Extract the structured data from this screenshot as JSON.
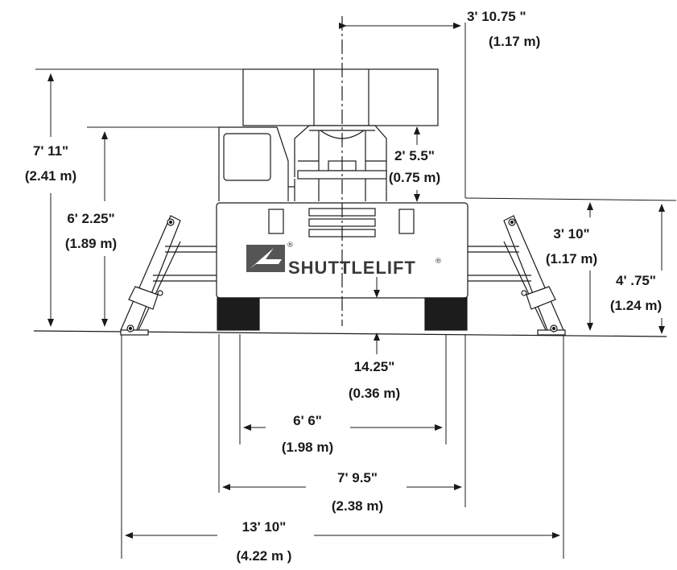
{
  "brand": {
    "name": "SHUTTLELIFT",
    "registered_mark": "®"
  },
  "dimensions": {
    "top_offset": {
      "imperial": "3' 10.75 \"",
      "metric": "(1.17 m)"
    },
    "overall_height": {
      "imperial": "7' 11\"",
      "metric": "(2.41 m)"
    },
    "cab_height": {
      "imperial": "6' 2.25\"",
      "metric": "(1.89 m)"
    },
    "counterweight_height": {
      "imperial": "2' 5.5\"",
      "metric": "(0.75 m)"
    },
    "right_height_a": {
      "imperial": "3' 10\"",
      "metric": "(1.17 m)"
    },
    "right_height_b": {
      "imperial": "4' .75\"",
      "metric": "(1.24 m)"
    },
    "ground_clearance": {
      "imperial": "14.25\"",
      "metric": "(0.36 m)"
    },
    "inner_track": {
      "imperial": "6' 6\"",
      "metric": "(1.98 m)"
    },
    "outer_track": {
      "imperial": "7' 9.5\"",
      "metric": "(2.38 m)"
    },
    "overall_width": {
      "imperial": "13' 10\"",
      "metric": "(4.22 m )"
    }
  },
  "colors": {
    "line": "#1a1a1a",
    "body": "#ffffff",
    "tracks": "#1c1c1c",
    "logo": "#555555"
  }
}
